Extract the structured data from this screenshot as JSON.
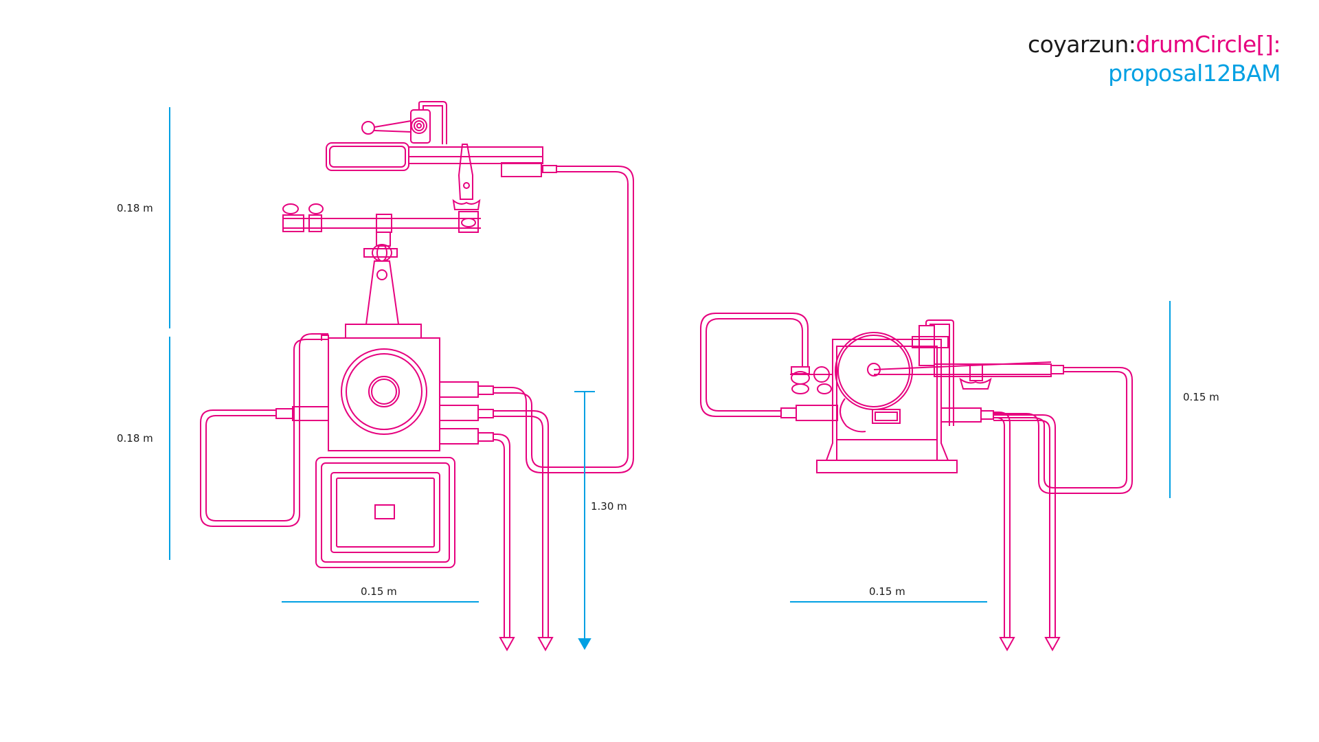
{
  "header": {
    "brand": "coyarzun:",
    "project": "drumCircle[]",
    "separator": ":",
    "proposal": "proposal12BAM"
  },
  "colors": {
    "device": "#e6007e",
    "dimension": "#00a0e3",
    "text": "#1a1a1a"
  },
  "left_view": {
    "height_upper_label": "0.18 m",
    "height_lower_label": "0.18 m",
    "width_label": "0.15 m",
    "drop_label": "1.30 m"
  },
  "right_view": {
    "height_label": "0.15 m",
    "width_label": "0.15 m"
  }
}
